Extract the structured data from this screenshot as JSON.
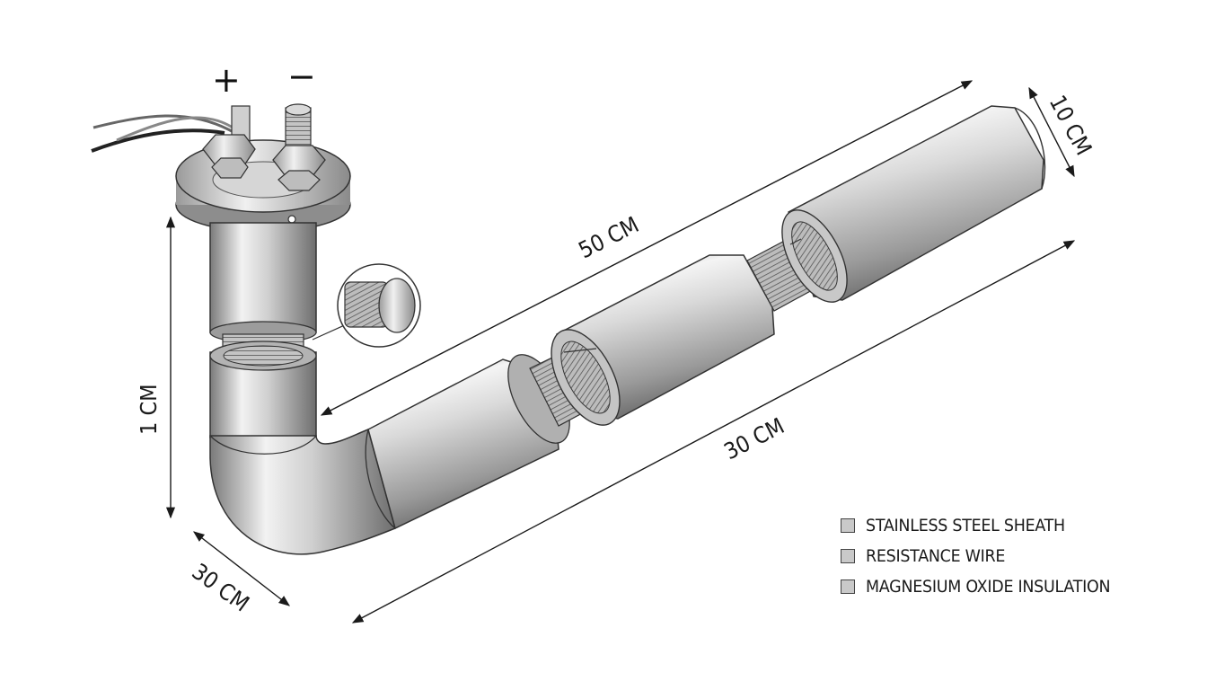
{
  "terminals": {
    "positive": "+",
    "negative": "−"
  },
  "dimensions": {
    "overall_length": "50 CM",
    "diameter": "10 CM",
    "height": "1 CM",
    "elbow_depth": "30 CM",
    "straight_length": "30 CM"
  },
  "legend": {
    "items": [
      {
        "label": "STAINLESS STEEL SHEATH",
        "color": "#c9c9c9"
      },
      {
        "label": "RESISTANCE WIRE",
        "color": "#c9c9c9"
      },
      {
        "label": "MAGNESIUM OXIDE INSULATION",
        "color": "#c9c9c9"
      }
    ]
  },
  "colors": {
    "steel_light": "#f2f2f2",
    "steel_mid": "#b8b8b8",
    "steel_dark": "#6e6e6e",
    "outline": "#333333"
  }
}
